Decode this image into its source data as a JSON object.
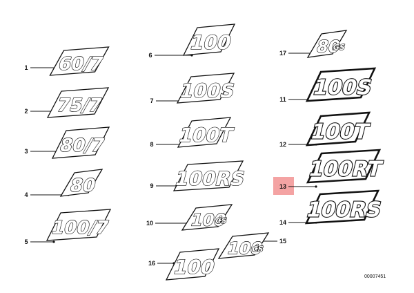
{
  "diagram": {
    "part_number": "00007451",
    "highlight_color": "#f4a3a3",
    "emblems": [
      {
        "callout": "1",
        "text": "60/7"
      },
      {
        "callout": "2",
        "text": "75/7"
      },
      {
        "callout": "3",
        "text": "80/7"
      },
      {
        "callout": "4",
        "text": "80"
      },
      {
        "callout": "5",
        "text": "100/7"
      },
      {
        "callout": "6",
        "text": "100"
      },
      {
        "callout": "7",
        "text": "100S"
      },
      {
        "callout": "8",
        "text": "100T"
      },
      {
        "callout": "9",
        "text": "100RS"
      },
      {
        "callout": "10",
        "text": "100",
        "sub": "CS"
      },
      {
        "callout": "15",
        "text": "100",
        "sub": "CS"
      },
      {
        "callout": "16",
        "text": "100"
      },
      {
        "callout": "17",
        "text": "80",
        "sub": "GS"
      },
      {
        "callout": "11",
        "text": "100S"
      },
      {
        "callout": "12",
        "text": "100T"
      },
      {
        "callout": "13",
        "text": "100RT",
        "highlighted": true
      },
      {
        "callout": "14",
        "text": "100RS"
      }
    ]
  }
}
